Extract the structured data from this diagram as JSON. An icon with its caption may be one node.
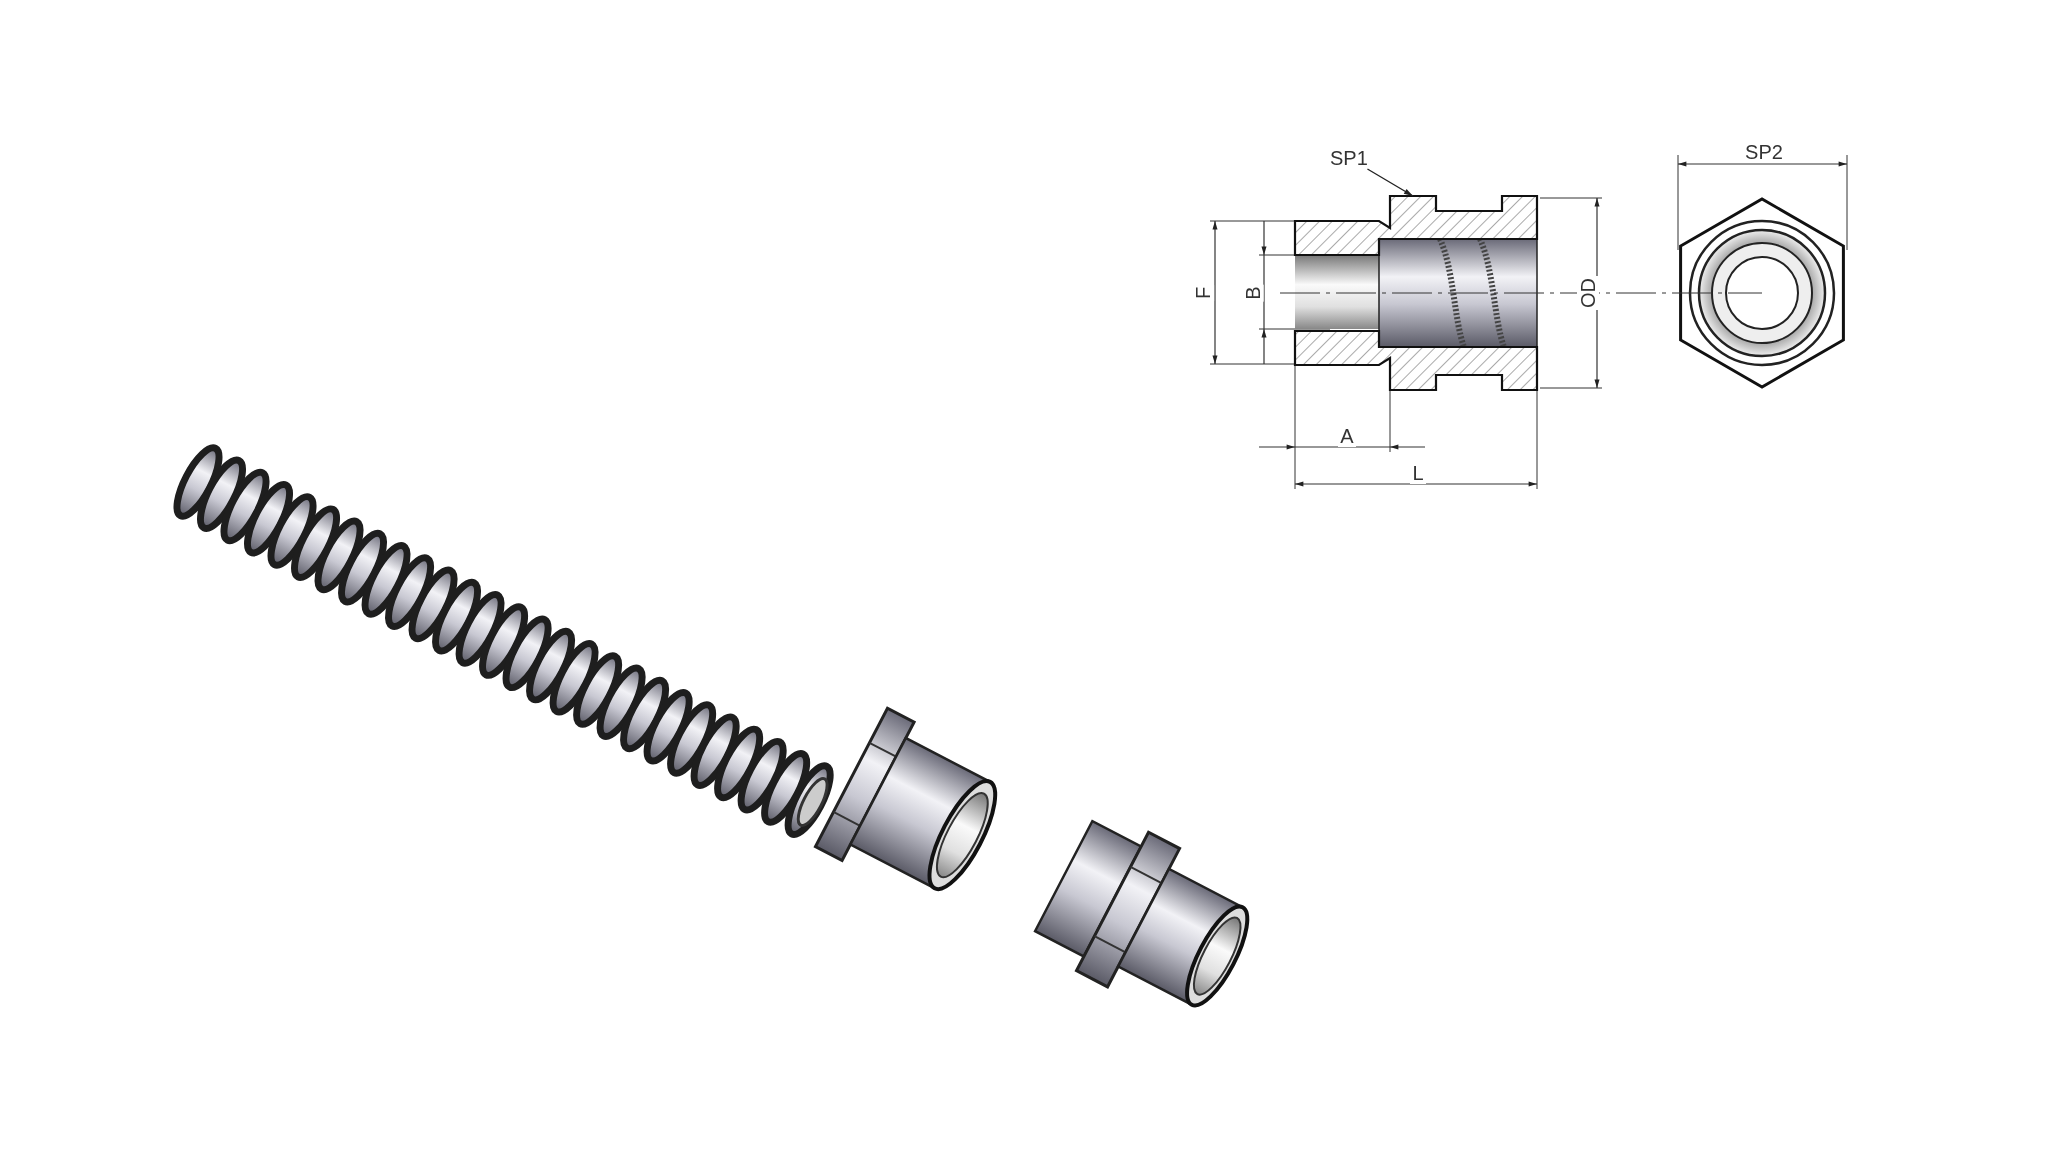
{
  "diagram": {
    "nodes": [
      {
        "text": [
          "SP1"
        ]
      },
      {
        "text": [],
        "shape": "picture"
      }
    ],
    "edges": [
      {
        "from": 0,
        "to": 1,
        "arrow": "to"
      }
    ],
    "labels": [
      "SP2",
      "F",
      "B",
      "OD",
      "A",
      "L"
    ]
  }
}
